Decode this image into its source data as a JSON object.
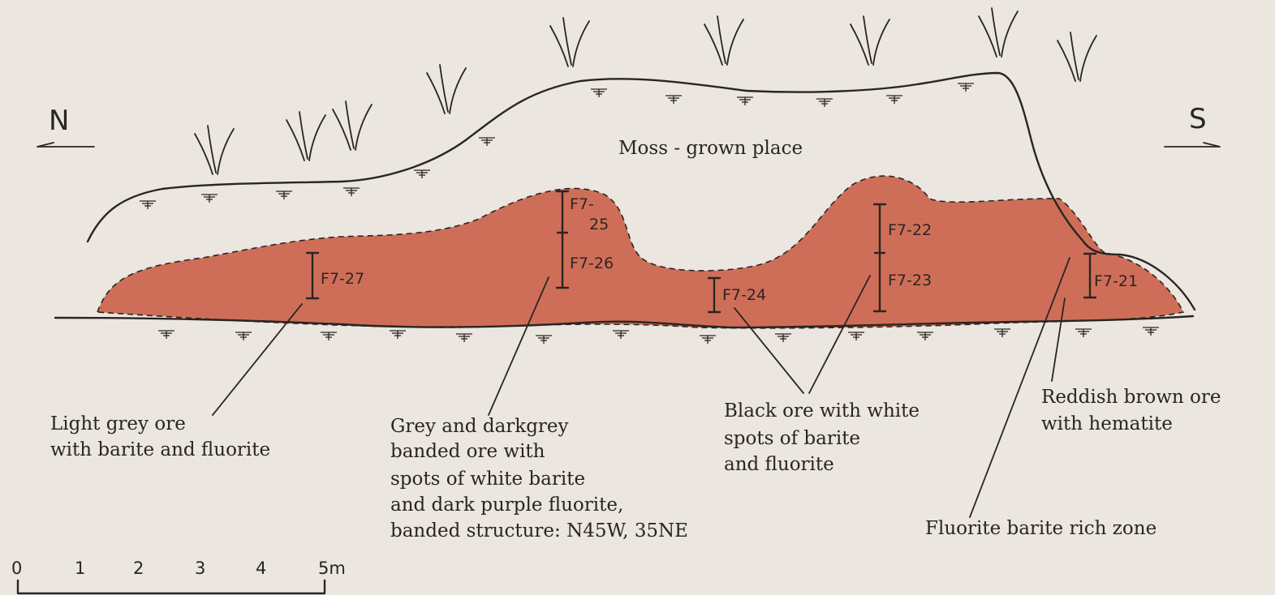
{
  "directions": {
    "north": "N",
    "south": "S"
  },
  "top_label": "Moss - grown place",
  "samples": [
    "F7-27",
    "F7-26",
    "F7-25",
    "F7-24",
    "F7-23",
    "F7-22",
    "F7-21"
  ],
  "sample_25_split": [
    "F7-",
    "25"
  ],
  "annotations": {
    "a1": [
      "Light grey ore",
      "with barite and fluorite"
    ],
    "a2": [
      "Grey and darkgrey",
      "banded ore with",
      "spots of white barite",
      "and dark purple fluorite,",
      "banded structure: N45W, 35NE"
    ],
    "a3": [
      "Black ore with white",
      "spots of barite",
      "and fluorite"
    ],
    "a4": [
      "Reddish brown ore",
      "with hematite"
    ],
    "a5": [
      "Fluorite barite rich zone"
    ]
  },
  "scale": {
    "ticks": [
      "0",
      "1",
      "2",
      "3",
      "4",
      "5m"
    ]
  },
  "colors": {
    "background": "#ebe6df",
    "ore_body": "#cf6e58",
    "ink": "#2a2522"
  }
}
